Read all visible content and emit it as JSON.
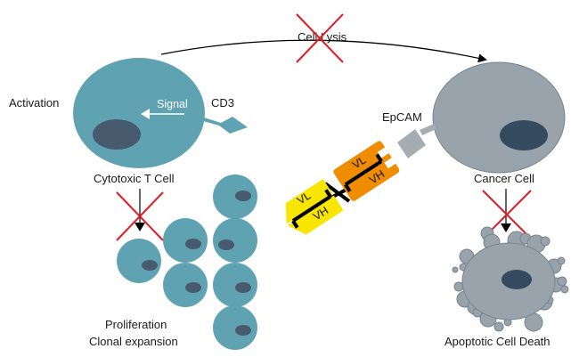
{
  "diagram": {
    "title": "Bispecific antibody mechanism (blocked)",
    "colors": {
      "t_cell": "#5fa3b3",
      "t_nucleus": "#475a6e",
      "cancer_cell": "#98a3ac",
      "cancer_outline": "#76838f",
      "cancer_nucleus": "#344a5e",
      "blocker": "#e01b24",
      "antibody_orange": "#f08c00",
      "antibody_yellow": "#f8e500",
      "linker": "#000000",
      "epcam": "#a5adb3"
    },
    "labels": {
      "activation": "Activation",
      "signal": "Signal",
      "cd3": "CD3",
      "cytotoxic_t_cell": "Cytotoxic T Cell",
      "cell_lysis": "Cell Lysis",
      "epcam": "EpCAM",
      "cancer_cell": "Cancer Cell",
      "proliferation": "Proliferation",
      "clonal_expansion": "Clonal expansion",
      "apoptotic_cell_death": "Apoptotic Cell Death"
    },
    "antibody": {
      "orange_domains": [
        "VL",
        "VH"
      ],
      "yellow_domains": [
        "VL",
        "VH"
      ]
    },
    "blocked_steps": [
      "Cell Lysis",
      "Proliferation / Clonal expansion",
      "Apoptotic Cell Death"
    ]
  }
}
